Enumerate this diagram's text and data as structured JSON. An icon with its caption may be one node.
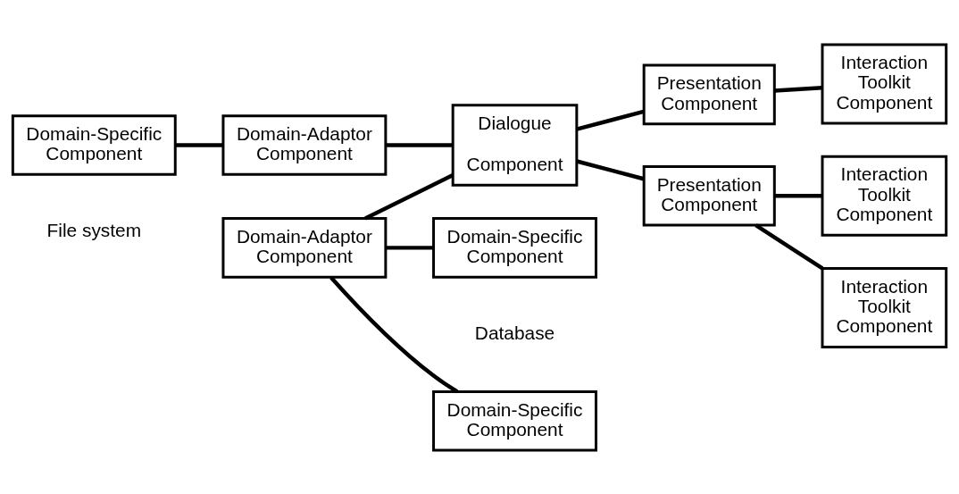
{
  "diagram": {
    "nodes": [
      {
        "text": [
          "Domain-Specific Component"
        ]
      },
      {
        "text": [
          "Domain-Adaptor Component"
        ]
      },
      {
        "text": [
          "Presentation Component"
        ]
      },
      {
        "text": [
          "Interaction Toolkit Component"
        ]
      },
      {
        "text": [
          "Dialogue",
          "Component"
        ]
      },
      {
        "text": [
          "Domain-Adaptor Component"
        ]
      },
      {
        "text": [
          "Presentation Component"
        ]
      },
      {
        "text": [
          "Domain-Specific Component"
        ]
      },
      {
        "text": [
          "Domain-Specific Component"
        ]
      },
      {
        "text": [
          "Interaction Toolkit Component"
        ]
      },
      {
        "text": [
          "Interaction Toolkit Component"
        ]
      }
    ],
    "edges": [
      {
        "from": 0,
        "to": 1,
        "arrow": "none"
      },
      {
        "from": 1,
        "to": 4,
        "arrow": "none"
      },
      {
        "from": 4,
        "to": 2,
        "arrow": "none"
      },
      {
        "from": 2,
        "to": 3,
        "arrow": "none"
      },
      {
        "from": 5,
        "to": 4,
        "arrow": "none"
      },
      {
        "from": 4,
        "to": 6,
        "arrow": "none"
      },
      {
        "from": 5,
        "to": 7,
        "arrow": "none"
      },
      {
        "from": 5,
        "to": 8,
        "arrow": "none"
      },
      {
        "from": 6,
        "to": 9,
        "arrow": "none"
      },
      {
        "from": 6,
        "to": 10,
        "arrow": "none"
      }
    ],
    "labels": [
      "File system",
      "Database"
    ]
  }
}
